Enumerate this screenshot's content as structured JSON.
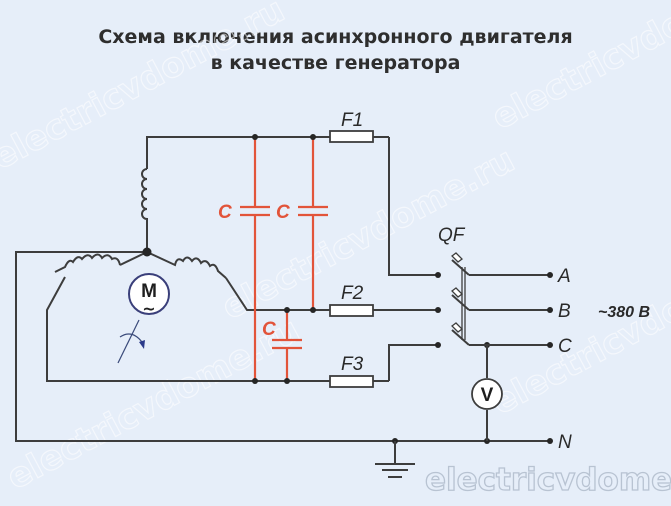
{
  "title": {
    "line1": "Схема включения асинхронного двигателя",
    "line2": "в качестве генератора"
  },
  "components": {
    "motor_label": "M",
    "motor_symbol": "~",
    "voltmeter_label": "V",
    "breaker_label": "QF",
    "fuses": [
      "F1",
      "F2",
      "F3"
    ],
    "capacitor_label": "C",
    "capacitor_count": 3
  },
  "terminals": [
    "A",
    "B",
    "C",
    "N"
  ],
  "voltage_label": "~380 В",
  "watermark": "electricvdome.ru",
  "colors": {
    "background": "#e6eef9",
    "wire": "#3d3d3d",
    "capacitor": "#e2543a",
    "motor_ring": "#3a3f7a"
  }
}
